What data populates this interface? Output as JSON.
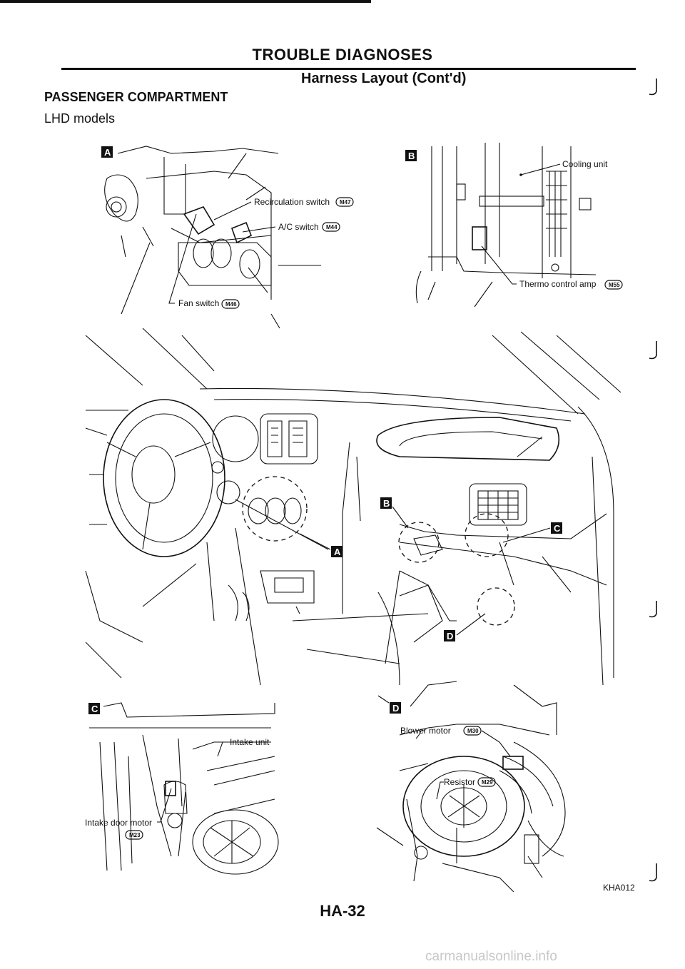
{
  "header": {
    "title": "TROUBLE DIAGNOSES",
    "subtitle": "Harness Layout (Cont'd)",
    "section": "PASSENGER COMPARTMENT",
    "models": "LHD models"
  },
  "callouts": {
    "A": "A",
    "B": "B",
    "C": "C",
    "D": "D"
  },
  "labels": {
    "recirculation_switch": "Recirculation switch",
    "recirculation_switch_conn": "M47",
    "ac_switch": "A/C switch",
    "ac_switch_conn": "M44",
    "fan_switch": "Fan switch",
    "fan_switch_conn": "M46",
    "cooling_unit": "Cooling unit",
    "thermo_control_amp": "Thermo control amp",
    "thermo_control_amp_conn": "M55",
    "intake_unit": "Intake unit",
    "intake_door_motor": "Intake door motor",
    "intake_door_motor_conn": "M23",
    "blower_motor": "Blower motor",
    "blower_motor_conn": "M30",
    "resistor": "Resistor",
    "resistor_conn": "M29"
  },
  "footer": {
    "figure_code": "KHA012",
    "page_number": "HA-32",
    "watermark": "carmanualsonline.info"
  }
}
